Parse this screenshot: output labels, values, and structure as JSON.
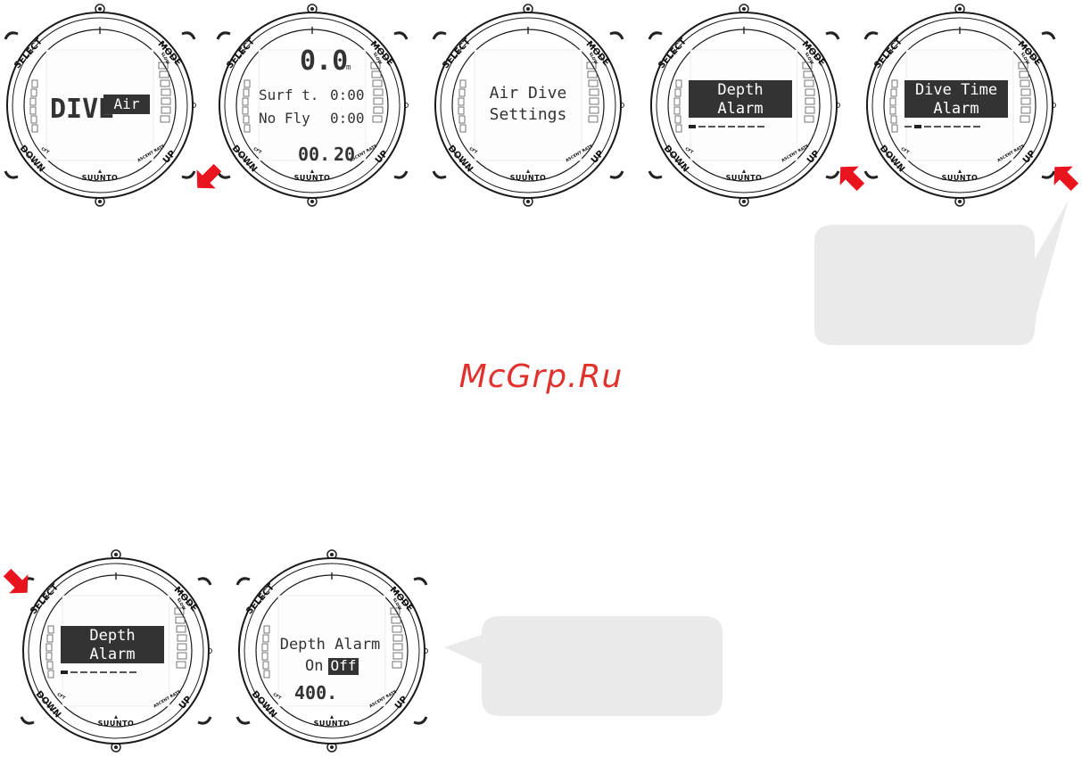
{
  "watch": {
    "select_label": "SELECT",
    "mode_label": "MODE",
    "down_label": "DOWN",
    "up_label": "UP",
    "brand_label": "SUUNTO",
    "cft_label": "CFT",
    "ascent_rate_label": "ASCENT RATE",
    "slow_label": "SLOW"
  },
  "screens": {
    "dive_mode": {
      "main": "DIVE",
      "tag": "Air"
    },
    "surface": {
      "depth": "0.0",
      "depth_unit": "m",
      "row1_label": "Surf t.",
      "row1_value": "0:00",
      "row2_label": "No Fly",
      "row2_value": "0:00",
      "bottom_left": "00.",
      "bottom_right": "20"
    },
    "air_settings": {
      "line1": "Air Dive",
      "line2": "Settings"
    },
    "depth_alarm": {
      "line1": "Depth",
      "line2": "Alarm"
    },
    "dive_time_alarm": {
      "line1": "Dive Time",
      "line2": "Alarm"
    },
    "depth_alarm_2": {
      "line1": "Depth",
      "line2": "Alarm"
    },
    "depth_alarm_edit": {
      "line1": "Depth Alarm",
      "on_label": "On",
      "off_label": "Off",
      "value": "400."
    }
  },
  "watermark": "McGrp.Ru",
  "colors": {
    "arrow": "#e8141e",
    "bubble": "#eaeaea",
    "watermark": "#e0312c"
  }
}
